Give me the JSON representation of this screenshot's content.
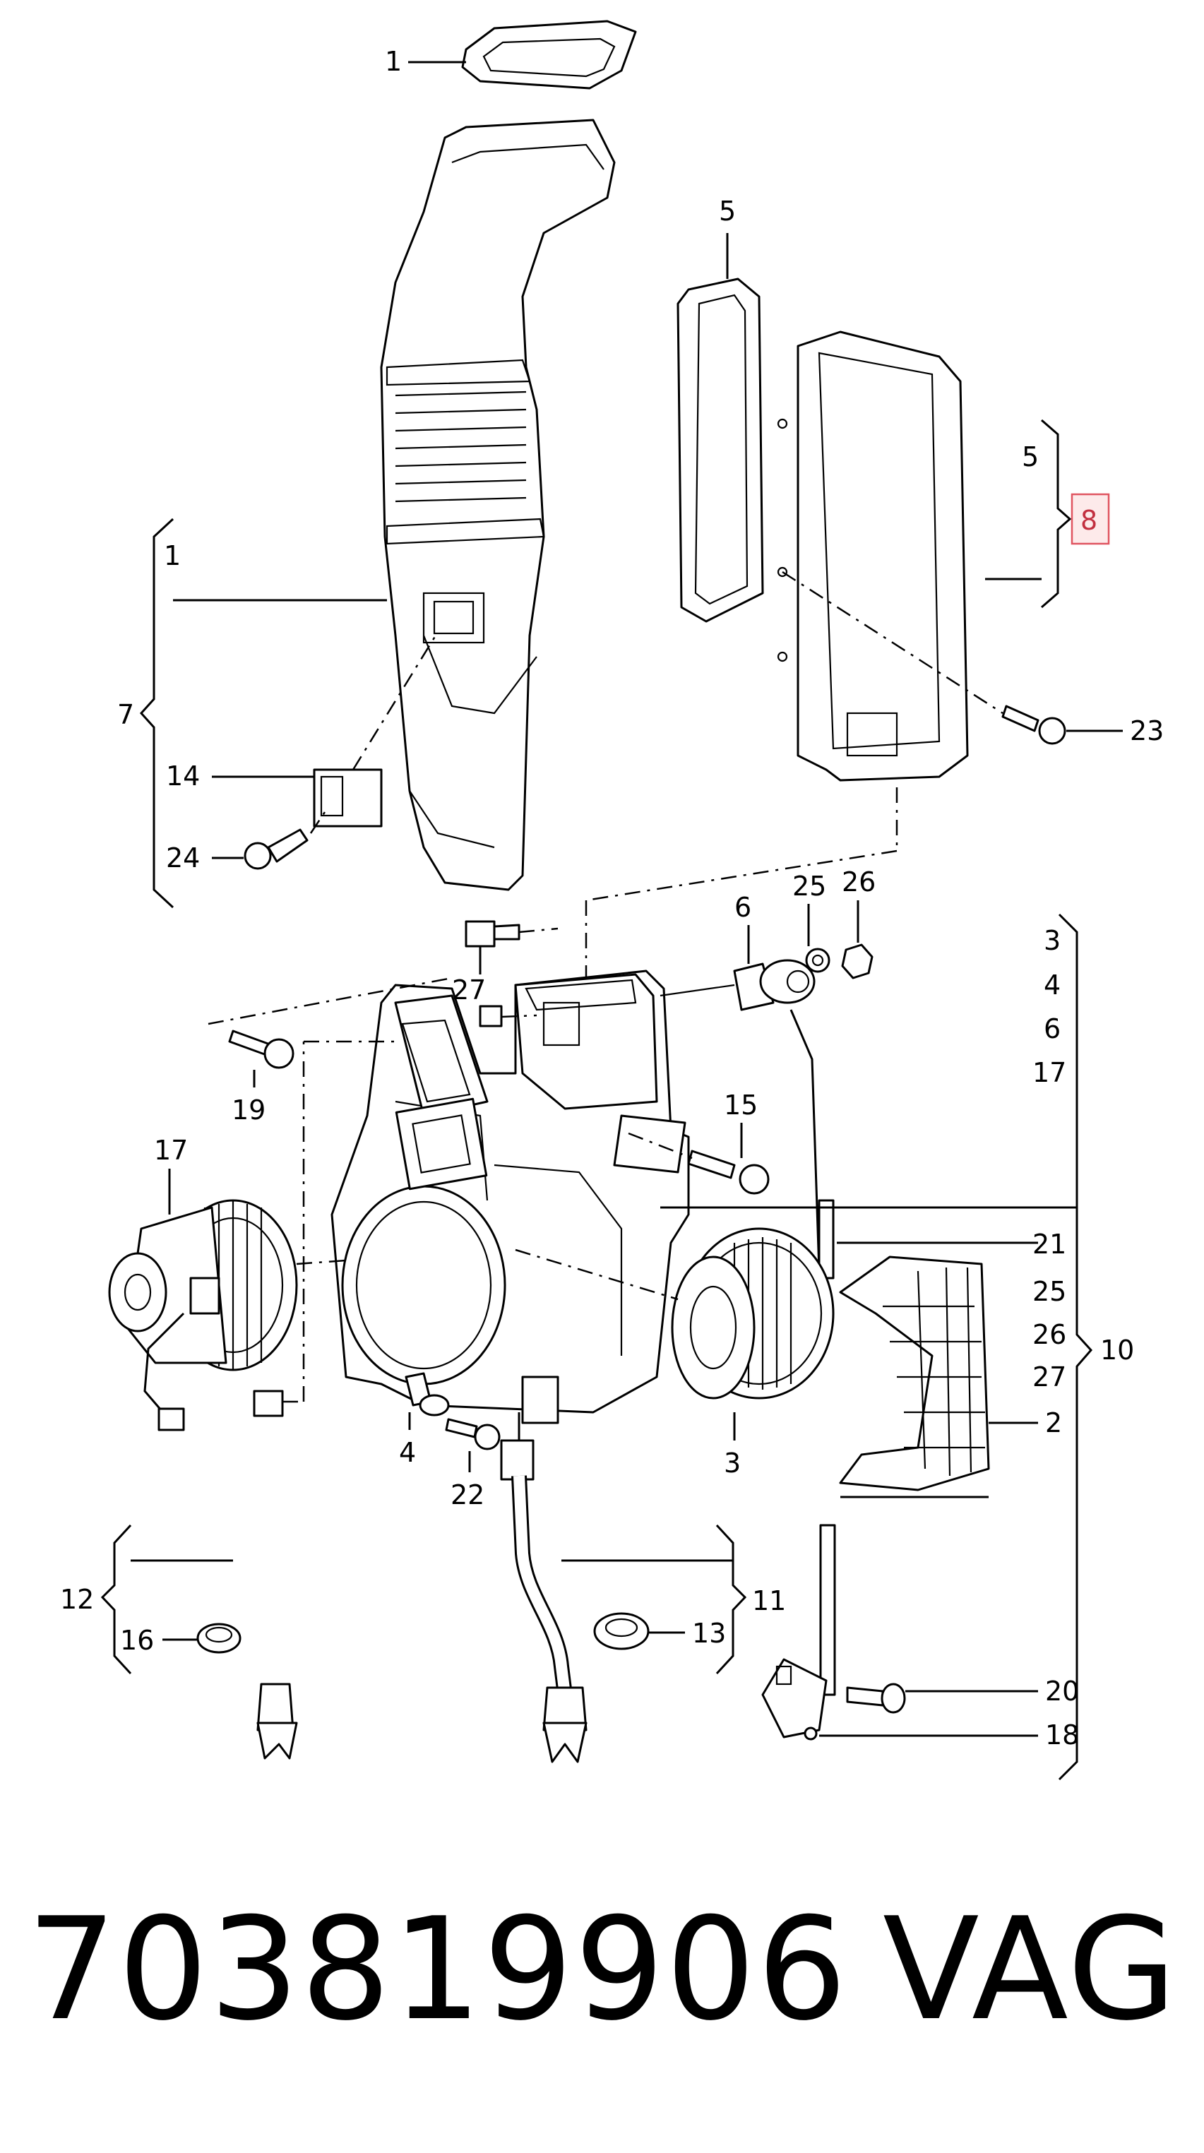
{
  "callouts": {
    "c1_top": "1",
    "c5_top": "5",
    "c5_bracket": "5",
    "c8": "8",
    "c23": "23",
    "c1_bracket": "1",
    "c7": "7",
    "c14": "14",
    "c24": "24",
    "c6": "6",
    "c25_top": "25",
    "c26_top": "26",
    "c27_left": "27",
    "c19": "19",
    "c15": "15",
    "c17": "17",
    "c4": "4",
    "c22": "22",
    "c3": "3",
    "c21": "21",
    "c2": "2",
    "c12": "12",
    "c16": "16",
    "c11": "11",
    "c13": "13",
    "c20": "20",
    "c18": "18",
    "c10": "10",
    "list10": [
      "3",
      "4",
      "6",
      "17",
      "21",
      "25",
      "26",
      "27",
      "2"
    ]
  },
  "footer": {
    "part_number": "703819906",
    "brand": "VAG"
  },
  "colors": {
    "highlight_fill": "#fdeaea",
    "highlight_stroke": "#e05560",
    "line": "#000000"
  }
}
